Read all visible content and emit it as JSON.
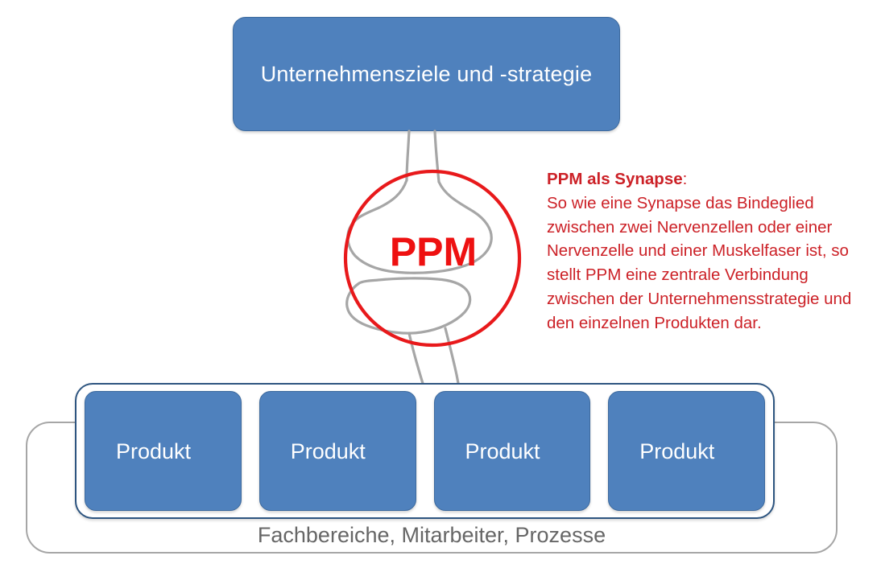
{
  "diagram": {
    "title_box": {
      "label": "Unternehmensziele und -strategie",
      "fill_color": "#4f81bd",
      "text_color": "#ffffff"
    },
    "synapse": {
      "center_label": "PPM",
      "circle_color": "#e8191b",
      "outline_color": "#a6a6a6",
      "label_color": "#ee1111"
    },
    "note": {
      "title": "PPM als Synapse",
      "title_suffix": ":",
      "body": "So wie eine Synapse das Bindeglied zwischen zwei Nervenzellen oder einer Nervenzelle und einer Muskelfaser ist, so stellt PPM eine zentrale Verbindung zwischen der Unternehmensstrategie und den einzelnen Produkten dar.",
      "color": "#cc2127"
    },
    "products": {
      "items": [
        {
          "label": "Produkt"
        },
        {
          "label": "Produkt"
        },
        {
          "label": "Produkt"
        },
        {
          "label": "Produkt"
        }
      ],
      "container_border_color": "#2e5580"
    },
    "organisation": {
      "label": "Fachbereiche, Mitarbeiter, Prozesse",
      "text_color": "#666666",
      "border_color": "#a6a6a6"
    }
  }
}
